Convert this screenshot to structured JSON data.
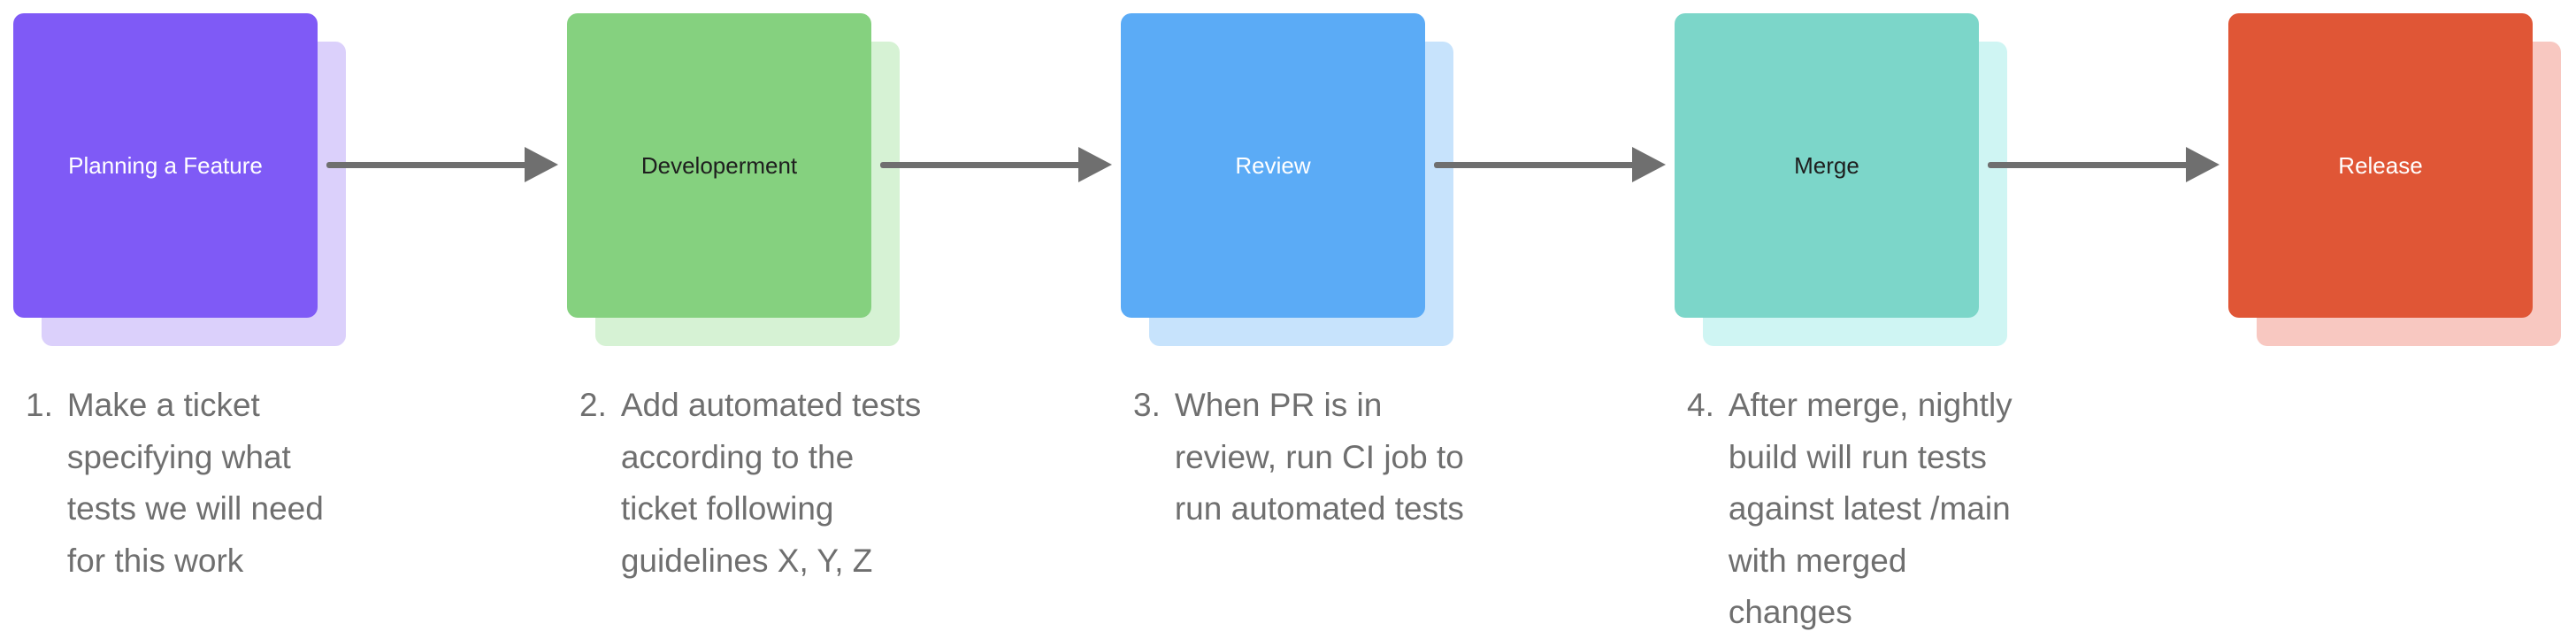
{
  "colors": {
    "arrow": "#6f6f6f",
    "note_text": "#6f6f6f"
  },
  "steps": [
    {
      "label": "Planning a Feature",
      "card_color": "#7f5af6",
      "shadow_color": "#dbd0fb",
      "label_color": "#ffffff",
      "note_number": "1.",
      "note": "Make a ticket specifying what tests we will need for this work"
    },
    {
      "label": "Developerment",
      "card_color": "#85d17f",
      "shadow_color": "#d6f2d4",
      "label_color": "#1e1e1e",
      "note_number": "2.",
      "note": "Add automated tests according to the ticket following guidelines X, Y, Z"
    },
    {
      "label": "Review",
      "card_color": "#5babf6",
      "shadow_color": "#c7e3fc",
      "label_color": "#ffffff",
      "note_number": "3.",
      "note": "When PR is in review, run CI job to run automated tests"
    },
    {
      "label": "Merge",
      "card_color": "#7cd6c9",
      "shadow_color": "#cff5f3",
      "label_color": "#1e1e1e",
      "note_number": "4.",
      "note": "After merge, nightly build will run tests against latest /main with merged changes"
    },
    {
      "label": "Release",
      "card_color": "#e05636",
      "shadow_color": "#f8c8c1",
      "label_color": "#ffffff",
      "note_number": "",
      "note": ""
    }
  ]
}
